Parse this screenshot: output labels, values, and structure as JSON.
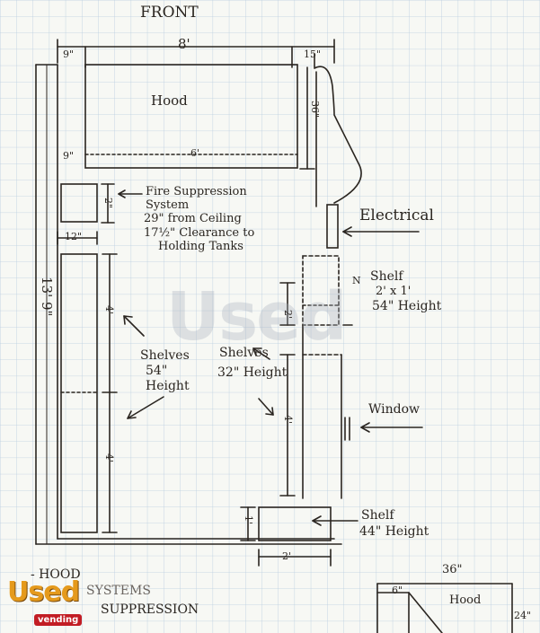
{
  "labels": {
    "title": "FRONT",
    "dim_top_9": "9\"",
    "dim_top_8ft": "8'",
    "dim_top_15": "15\"",
    "hood": "Hood",
    "dim_9_left": "9\"",
    "dim_6ft": "6'",
    "dim_36": "36\"",
    "fire_1": "Fire Suppression",
    "fire_2": "System",
    "fire_3": "29\" from Ceiling",
    "fire_4": "17½\" Clearance to",
    "fire_5": "Holding Tanks",
    "dim_2in": "2\"",
    "dim_12": "12\"",
    "dim_13_9": "13' 9\"",
    "electrical": "Electrical",
    "shelf_top_1": "Shelf",
    "shelf_top_2": "2' x 1'",
    "shelf_top_3": "54\" Height",
    "shelf_n": "N",
    "shelves_left_1": "Shelves",
    "shelves_left_2": "54\"",
    "shelves_left_3": "Height",
    "shelves_mid_1": "Shelves",
    "shelves_mid_2": "32\" Height",
    "dim_4ft_a": "4'",
    "dim_4ft_b": "4'",
    "dim_2ft_mid": "2'",
    "dim_4ft_mid": "4'",
    "window": "Window",
    "shelf_bot_1": "Shelf",
    "shelf_bot_2": "44\" Height",
    "dim_1ft": "1'",
    "dim_2ft_bot": "2'",
    "note_hood": "- HOOD",
    "note_hood2": "SYSTEMS",
    "note_supp": "SUPPRESSION",
    "inset_36": "36\"",
    "inset_6": "6\"",
    "inset_hood": "Hood",
    "inset_24": "24\""
  },
  "watermark": "Used",
  "logo": {
    "brand": "Used",
    "sub": "vending"
  },
  "colors": {
    "paper": "#f7f8f4",
    "grid": "#b9cde0",
    "ink": "#2a2520",
    "logo_orange": "#e59a1c",
    "logo_red": "#c21d24"
  }
}
